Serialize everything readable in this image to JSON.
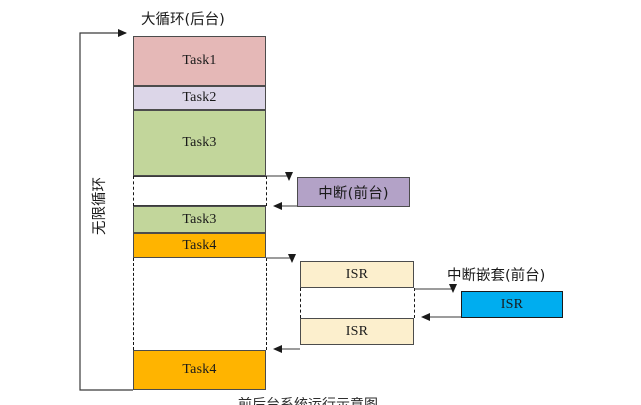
{
  "diagram": {
    "title_top": "大循环(后台)",
    "title_loop": "无限循环",
    "title_nested": "中断嵌套(前台)",
    "caption_bottom": "前后台系统运行示意图",
    "colors": {
      "task1": "#E5B8B7",
      "task2": "#DCD6E8",
      "task3": "#C2D69B",
      "task4": "#FFB400",
      "interrupt": "#B3A2C7",
      "isr": "#FCEFCD",
      "isr_nested": "#00ADEF",
      "stroke": "#4c4c4c",
      "line": "#3a3a3a"
    },
    "main_column": {
      "blocks": [
        {
          "label": "Task1",
          "color_key": "task1"
        },
        {
          "label": "Task2",
          "color_key": "task2"
        },
        {
          "label": "Task3",
          "color_key": "task3"
        },
        {
          "label": "Task3",
          "color_key": "task3"
        },
        {
          "label": "Task4",
          "color_key": "task4"
        },
        {
          "label": "Task4",
          "color_key": "task4"
        }
      ]
    },
    "interrupt_box": {
      "label": "中断(前台)",
      "color_key": "interrupt"
    },
    "isr_boxes": [
      {
        "label": "ISR",
        "color_key": "isr"
      },
      {
        "label": "ISR",
        "color_key": "isr"
      }
    ],
    "isr_nested_box": {
      "label": "ISR",
      "color_key": "isr_nested"
    }
  }
}
